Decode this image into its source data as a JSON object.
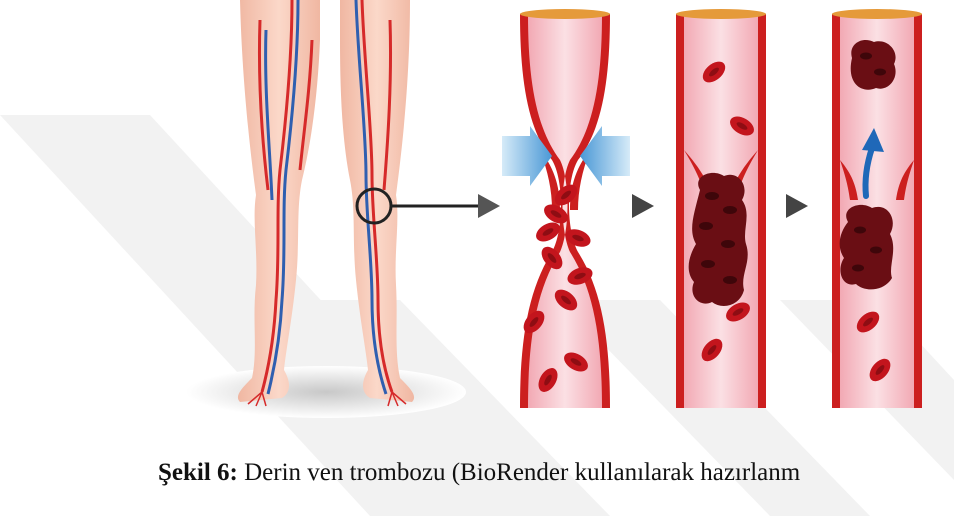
{
  "caption": {
    "label": "Şekil 6:",
    "text": " Derin ven trombozu (BioRender kullanılarak hazırlanm"
  },
  "colors": {
    "vessel_wall": "#cc1f1f",
    "vessel_lumen": "#f6c6cc",
    "blood_cell": "#c3151d",
    "clot": "#6a0e14",
    "compression_arrow": "#5ba7dd",
    "flow_arrow": "#1f68b8",
    "skin": "#f6c9b6",
    "watermark": "#ececec"
  },
  "icons": [
    "legs-illustration",
    "magnifier-circle",
    "arrow-right",
    "compression-arrow-left",
    "compression-arrow-right",
    "clot-icon",
    "flow-arrow-up"
  ]
}
